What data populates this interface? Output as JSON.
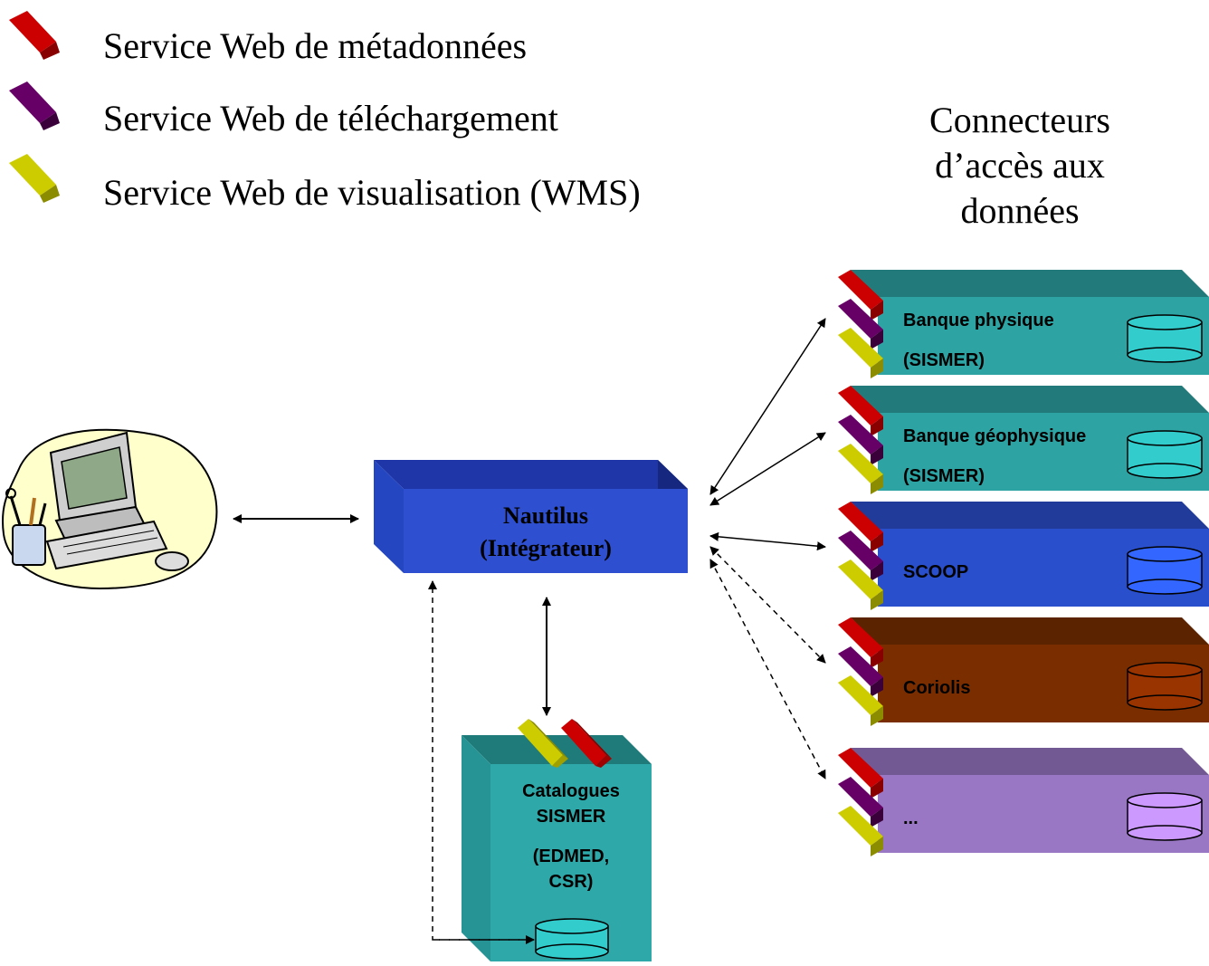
{
  "legend": {
    "items": [
      {
        "label": "Service Web de métadonnées",
        "color": "#cc0000",
        "icon": "red-connector-bar"
      },
      {
        "label": "Service Web de téléchargement",
        "color": "#660066",
        "icon": "purple-connector-bar"
      },
      {
        "label": "Service Web de visualisation (WMS)",
        "color": "#cccc00",
        "icon": "yellow-connector-bar"
      }
    ]
  },
  "connectors_heading": [
    "Connecteurs",
    "d’accès aux",
    "données"
  ],
  "client": {
    "icon": "computer-clipart"
  },
  "integrator": {
    "title": "Nautilus",
    "subtitle": "(Intégrateur)",
    "color": "#2e4fcf"
  },
  "catalog": {
    "lines": [
      "Catalogues",
      "SISMER",
      "(EDMED,",
      "CSR)"
    ],
    "color": "#2ea8a8"
  },
  "banks": [
    {
      "line1": "Banque physique",
      "line2": "(SISMER)",
      "color": "#2ea3a3",
      "db_color": "#33cccc"
    },
    {
      "line1": "Banque géophysique",
      "line2": "(SISMER)",
      "color": "#2ea3a3",
      "db_color": "#33cccc"
    },
    {
      "line1": "SCOOP",
      "line2": "",
      "color": "#2a4fcc",
      "db_color": "#3366ff"
    },
    {
      "line1": "Coriolis",
      "line2": "",
      "color": "#7a2e00",
      "db_color": "#993300"
    },
    {
      "line1": "...",
      "line2": "",
      "color": "#9977c4",
      "db_color": "#cc99ff"
    }
  ]
}
